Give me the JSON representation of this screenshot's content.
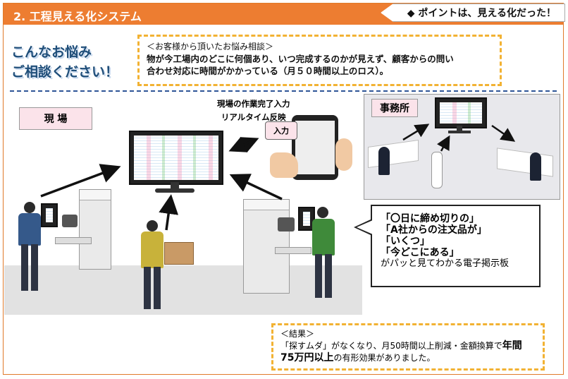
{
  "header": {
    "title": "2. 工程見える化システム",
    "point": "◆ ポイントは、見える化だった！"
  },
  "worry": {
    "line1": "こんなお悩み",
    "line2": "ご相談ください！"
  },
  "consultation": {
    "lead": "＜お客様から頂いたお悩み相談＞",
    "line1": "物が今工場内のどこに何個あり、いつ完成するのかが見えず、顧客からの問い",
    "line2": "合わせ対応に時間がかかっている（月５０時間以上のロス）。"
  },
  "labels": {
    "site": "現 場",
    "office": "事務所",
    "input": "入力"
  },
  "realtime": {
    "line1": "現場の作業完了入力",
    "line2": "リアルタイム反映"
  },
  "callout": {
    "q1": "「〇日に締め切りの」",
    "q2": "「A社からの注文品が」",
    "q3": "「いくつ」",
    "q4": "「今どこにある」",
    "desc": "がパッと見てわかる電子掲示板"
  },
  "result": {
    "lead": "＜結果＞",
    "line1_a": "「探すムダ」がなくなり、月50時間以上削減・金額換算で",
    "line1_b": "年間",
    "line2_a": "75万円以上",
    "line2_b": "の有形効果がありました。"
  },
  "colors": {
    "header": "#ed7d31",
    "accent_blue": "#1f4e79",
    "dash_border": "#f2b233",
    "label_pink": "#fbe3ea"
  }
}
